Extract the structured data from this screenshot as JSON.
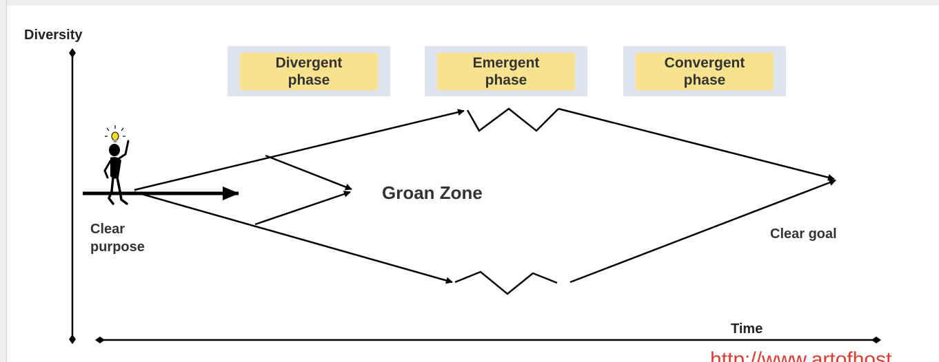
{
  "diagram": {
    "y_axis_label": "Diversity",
    "x_axis_label": "Time",
    "start_label_line1": "Clear",
    "start_label_line2": "purpose",
    "end_label": "Clear goal",
    "center_label": "Groan Zone",
    "phases": [
      {
        "line1": "Divergent",
        "line2": "phase"
      },
      {
        "line1": "Emergent",
        "line2": "phase"
      },
      {
        "line1": "Convergent",
        "line2": "phase"
      }
    ]
  },
  "footer": {
    "url_text": "http://www.artofhost"
  },
  "colors": {
    "line": "#000000",
    "phase_outer": "#dde4ee",
    "phase_inner": "#f6e28f",
    "text": "#333333",
    "link": "#e23a2e",
    "bulb": "#f4e020"
  }
}
